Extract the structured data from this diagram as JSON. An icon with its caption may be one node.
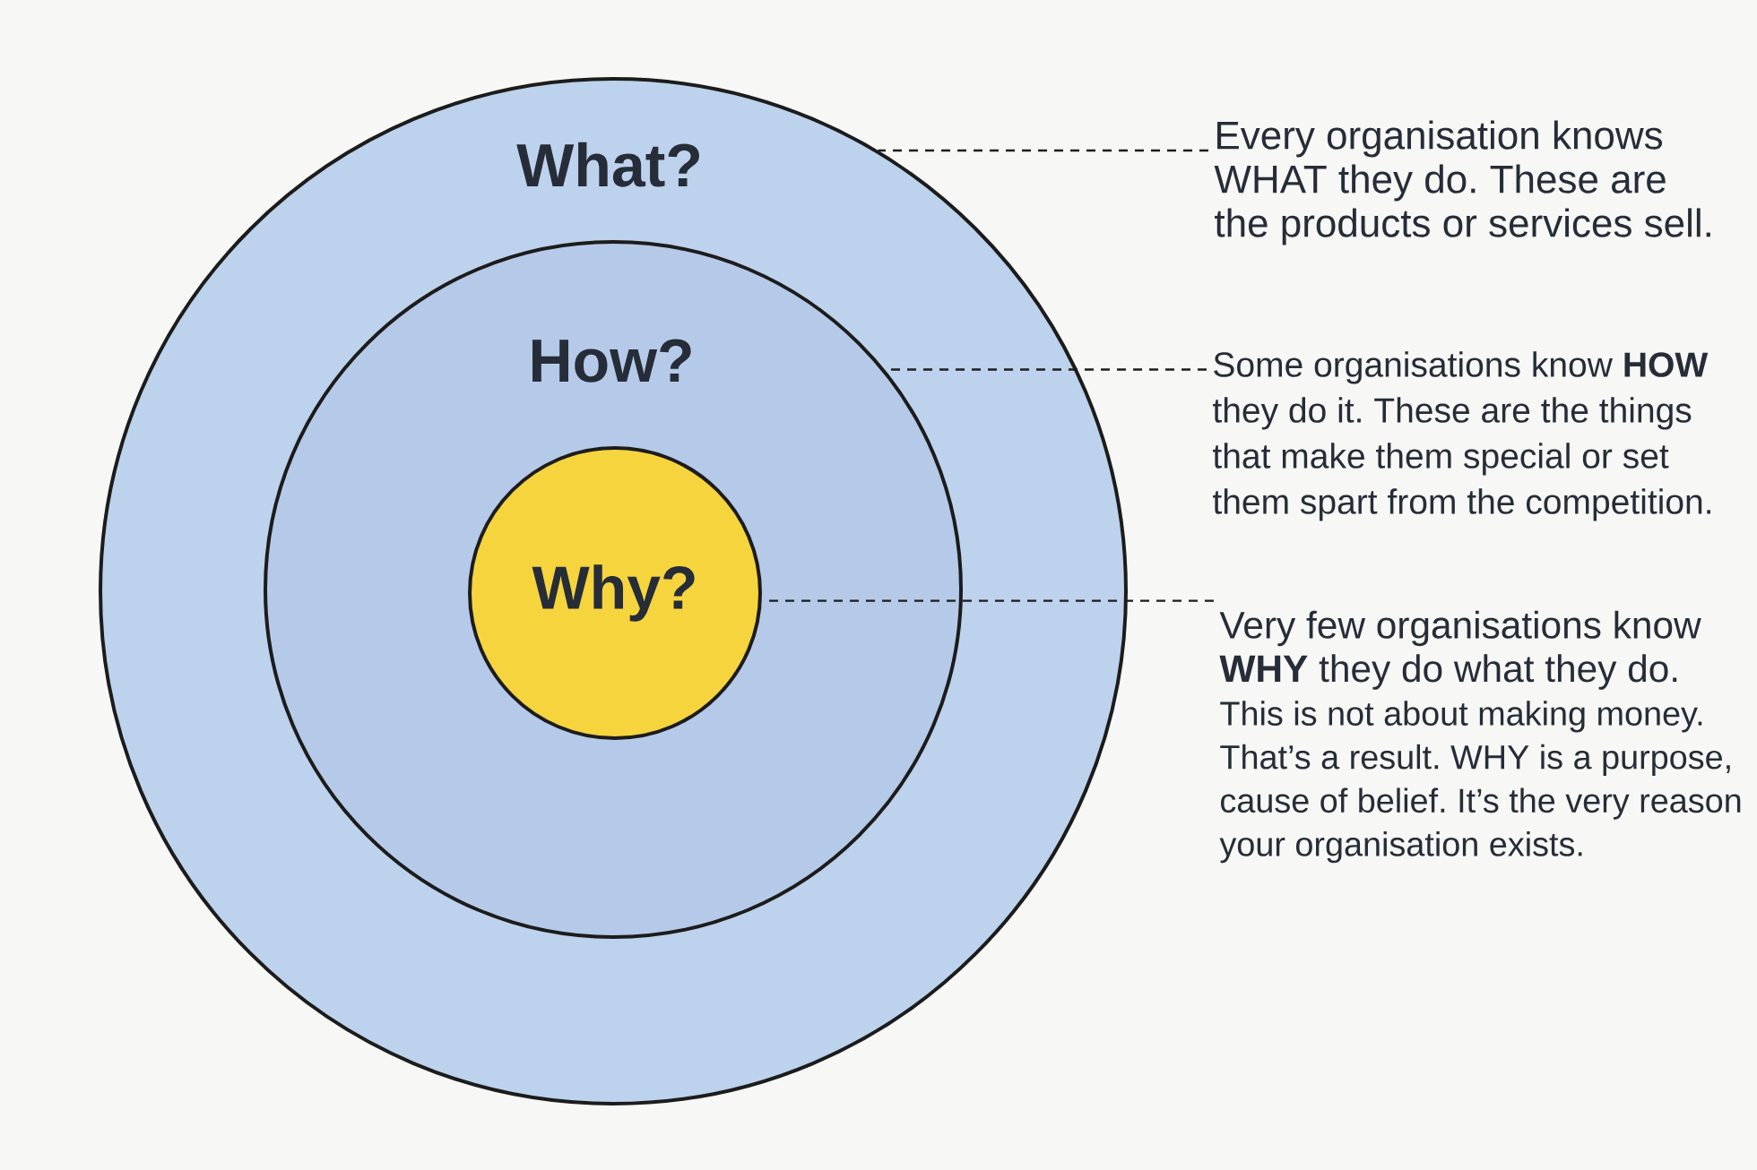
{
  "diagram": {
    "nodes": [
      {
        "text": [
          "What?"
        ]
      },
      {
        "text": [
          "How?"
        ],
        "in": 0
      },
      {
        "text": [
          "Why?"
        ],
        "in": 1
      },
      {
        "text": [
          "Every organisation knows WHAT they do. These are the products or services sell."
        ]
      },
      {
        "text": [
          "Some organisations know **HOW** they do it. These are the things that make them special or set them spart from the competition."
        ]
      },
      {
        "text": [
          "Very few organisations know **WHY** they do what they do.",
          "This is not about making money. That’s a result. WHY is a purpose, cause of belief. It’s the very reason your organisation exists."
        ]
      }
    ],
    "edges": [
      {
        "from": 3,
        "to": 0,
        "arrow": "none",
        "style": "dashed"
      },
      {
        "from": 4,
        "to": 1,
        "arrow": "none",
        "style": "dashed"
      },
      {
        "from": 5,
        "to": 2,
        "arrow": "none",
        "style": "dashed"
      }
    ]
  }
}
